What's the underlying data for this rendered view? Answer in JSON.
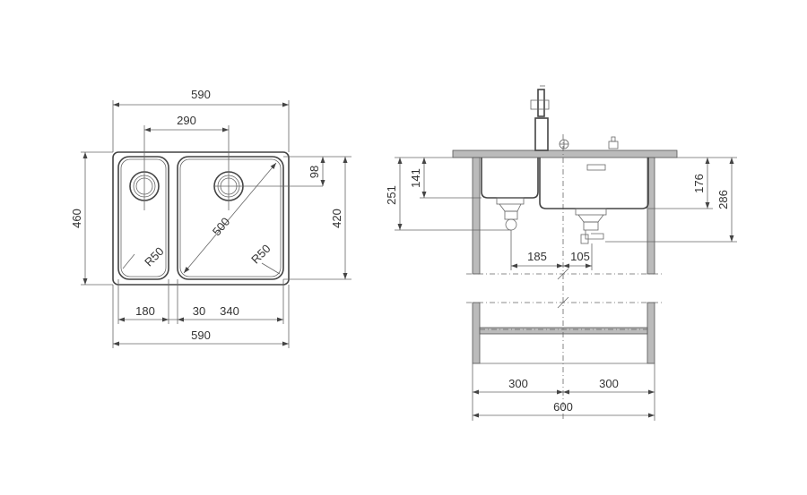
{
  "top_view": {
    "overall_width_top": "590",
    "bowl_spacing": "290",
    "depth_outer": "460",
    "depth_inner": "420",
    "drain_offset": "98",
    "diagonal": "500",
    "radius_left": "R50",
    "radius_right": "R50",
    "small_bowl_width": "180",
    "divider_width": "30",
    "large_bowl_width": "340",
    "overall_width_bottom": "590"
  },
  "side_view": {
    "depth_total": "251",
    "depth_small": "141",
    "depth_large": "176",
    "depth_drain": "286",
    "drain_offset_left": "185",
    "drain_offset_right": "105",
    "cabinet_half_left": "300",
    "cabinet_half_right": "300",
    "cabinet_total": "600"
  }
}
